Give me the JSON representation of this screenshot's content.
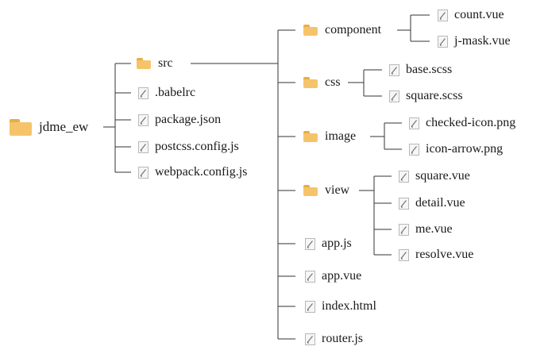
{
  "colors": {
    "folder_body": "#f5c46a",
    "folder_tab": "#e9ad45",
    "file_border": "#b8b8b8",
    "file_fill": "#f6f6f6",
    "file_mark": "#6b6b6b",
    "line": "#333333"
  },
  "icons": {
    "folder": "folder-icon",
    "file": "file-icon"
  },
  "tree": {
    "root": "jdme_ew",
    "root_children": {
      "src": "src",
      "babelrc": ".babelrc",
      "package_json": "package.json",
      "postcss_config": "postcss.config.js",
      "webpack_config": "webpack.config.js"
    },
    "src_children": {
      "component": "component",
      "css": "css",
      "image": "image",
      "view": "view",
      "app_js": "app.js",
      "app_vue": "app.vue",
      "index_html": "index.html",
      "router_js": "router.js"
    },
    "component_children": {
      "count_vue": "count.vue",
      "j_mask_vue": "j-mask.vue"
    },
    "css_children": {
      "base_scss": "base.scss",
      "square_scss": "square.scss"
    },
    "image_children": {
      "checked_icon": "checked-icon.png",
      "icon_arrow": "icon-arrow.png"
    },
    "view_children": {
      "square_vue": "square.vue",
      "detail_vue": "detail.vue",
      "me_vue": "me.vue",
      "resolve_vue": "resolve.vue"
    }
  }
}
